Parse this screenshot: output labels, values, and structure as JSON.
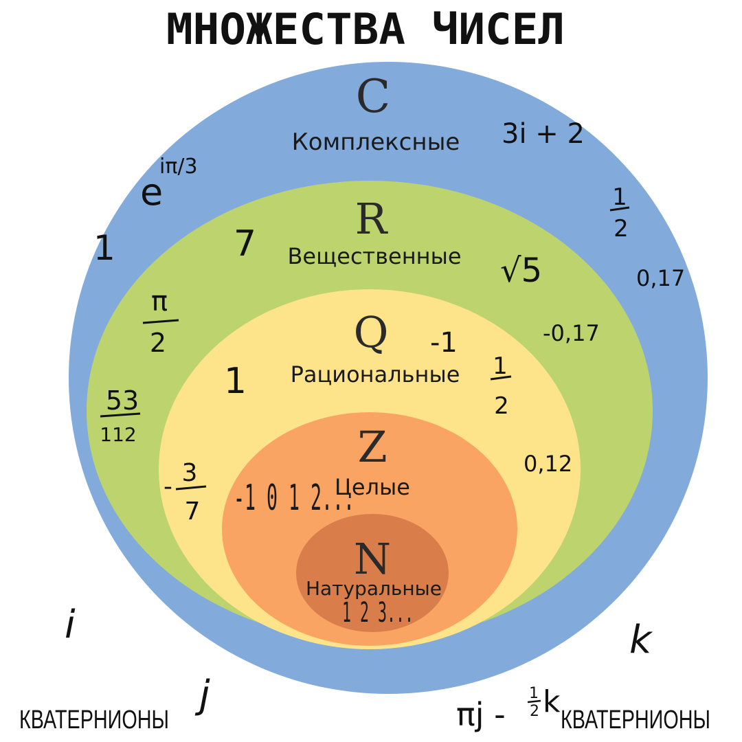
{
  "title": "МНОЖЕСТВА ЧИСЕЛ",
  "colors": {
    "complex": "#82abdc",
    "real": "#bcd36e",
    "rational": "#fde48b",
    "integer": "#f9a463",
    "natural": "#d97e4a"
  },
  "sets": {
    "complex": {
      "symbol": "C",
      "label": "Комплексные"
    },
    "real": {
      "symbol": "R",
      "label": "Вещественные"
    },
    "rational": {
      "symbol": "Q",
      "label": "Рациональные"
    },
    "integer": {
      "symbol": "Z",
      "label": "Целые",
      "examples": "-1 0 1 2..."
    },
    "natural": {
      "symbol": "N",
      "label": "Натуральные",
      "examples": "1 2 3..."
    }
  },
  "examples": {
    "complex_exp_base": "e",
    "complex_exp_power": "iπ/3",
    "complex_sum": "3i + 2",
    "complex_one": "1",
    "complex_half_num": "1",
    "complex_half_den": "2",
    "complex_decimal": "0,17",
    "real_seven": "7",
    "real_sqrt": "√5",
    "real_pi_num": "π",
    "real_pi_den": "2",
    "real_frac_num": "53",
    "real_frac_den": "112",
    "real_negdec": "-0,17",
    "rational_neg_one": "-1",
    "rational_one": "1",
    "rational_half_num": "1",
    "rational_half_den": "2",
    "rational_decimal": "0,12",
    "rational_neg_num": "3",
    "rational_neg_den": "7",
    "rational_minus": "-"
  },
  "quaternions": {
    "label_left": "КВАТЕРНИОНЫ",
    "label_right": "КВАТЕРНИОНЫ",
    "i": "i",
    "j": "j",
    "k": "k",
    "expr_pi": "πj -",
    "expr_num": "1",
    "expr_den": "2",
    "expr_k": "k"
  }
}
